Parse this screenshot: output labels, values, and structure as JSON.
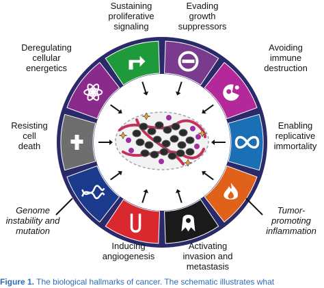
{
  "segments": [
    {
      "name": "sustaining-proliferative-signaling",
      "label": "Sustaining\nproliferative\nsignaling",
      "color": "#1f9a3a",
      "icon": "arrow-icon"
    },
    {
      "name": "evading-growth-suppressors",
      "label": "Evading\ngrowth\nsuppressors",
      "color": "#7a3a8e",
      "icon": "prohibition-icon"
    },
    {
      "name": "avoiding-immune-destruction",
      "label": "Avoiding\nimmune\ndestruction",
      "color": "#b5289a",
      "icon": "pacman-cell-icon"
    },
    {
      "name": "enabling-replicative-immortality",
      "label": "Enabling\nreplicative\nimmortality",
      "color": "#1a6fb5",
      "icon": "infinity-icon"
    },
    {
      "name": "tumor-promoting-inflammation",
      "label": "Tumor-\npromoting\ninflammation",
      "color": "#e0621a",
      "icon": "flame-icon",
      "italic": true
    },
    {
      "name": "activating-invasion-and-metastasis",
      "label": "Activating\ninvasion and\nmetastasis",
      "color": "#1a1a1a",
      "icon": "invasive-cell-icon"
    },
    {
      "name": "inducing-angiogenesis",
      "label": "Inducing\nangiogenesis",
      "color": "#d9282e",
      "icon": "vessel-icon"
    },
    {
      "name": "genome-instability-and-mutation",
      "label": "Genome\ninstability and\nmutation",
      "color": "#1c3a8c",
      "icon": "dna-icon",
      "italic": true
    },
    {
      "name": "resisting-cell-death",
      "label": "Resisting\ncell\ndeath",
      "color": "#6e6e6e",
      "icon": "cross-icon"
    },
    {
      "name": "deregulating-cellular-energetics",
      "label": "Deregulating\ncellular\nenergetics",
      "color": "#8a2a8a",
      "icon": "atom-icon"
    }
  ],
  "caption": {
    "bold": "Figure 1.",
    "text": "The biological hallmarks of cancer. The schematic illustrates what"
  },
  "colors": {
    "ring_outer": "#2a2a6a",
    "vessel": "#c4325a",
    "cell_dark": "#2a2a2a",
    "cell_purple": "#9b2fa3",
    "cell_orange": "#e8a33a"
  }
}
